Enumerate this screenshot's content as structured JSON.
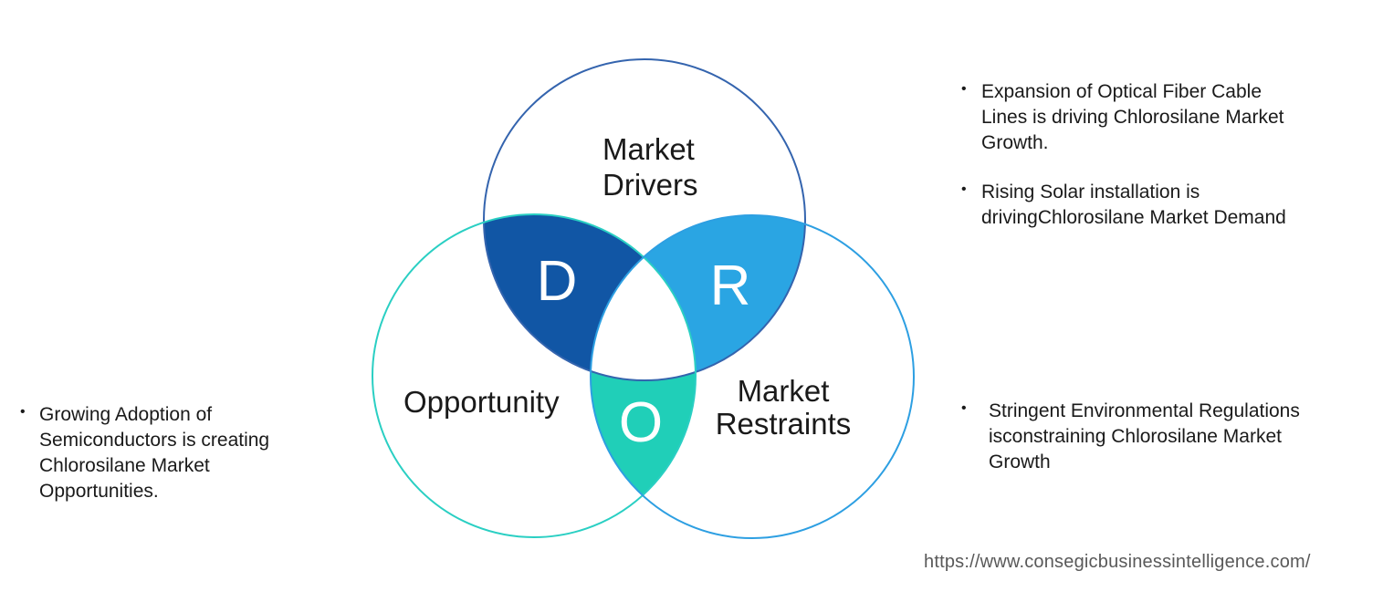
{
  "glyphs": {
    "bullet": "•"
  },
  "venn": {
    "letters": {
      "drivers": "D",
      "restraints": "R",
      "opportunity": "O"
    },
    "labels": {
      "drivers_line1": "Market",
      "drivers_line2": "Drivers",
      "opportunity": "Opportunity",
      "restraints_line1": "Market",
      "restraints_line2": "Restraints"
    },
    "colors": {
      "drivers_fill": "#1156a5",
      "restraints_fill": "#2aa5e3",
      "opportunity_fill": "#20cfb8",
      "center_fill": "#ffffff",
      "drivers_stroke": "#3464ae",
      "opportunity_stroke": "#2acfc3",
      "restraints_stroke": "#2d9fe2",
      "letter_color": "#ffffff",
      "label_color": "#1a1a1a"
    }
  },
  "notes": {
    "left": [
      {
        "lines": [
          "Growing Adoption of",
          "Semiconductors is creating",
          "Chlorosilane Market",
          "Opportunities."
        ]
      }
    ],
    "right_top": [
      {
        "lines": [
          "Expansion of Optical Fiber Cable",
          "Lines is driving Chlorosilane Market",
          "Growth."
        ]
      },
      {
        "lines": [
          "Rising Solar installation is",
          "drivingChlorosilane Market Demand"
        ]
      }
    ],
    "right_bottom": [
      {
        "lines": [
          "Stringent Environmental Regulations",
          "isconstraining Chlorosilane Market",
          "Growth"
        ]
      }
    ]
  },
  "footer": {
    "url": "https://www.consegicbusinessintelligence.com/"
  }
}
